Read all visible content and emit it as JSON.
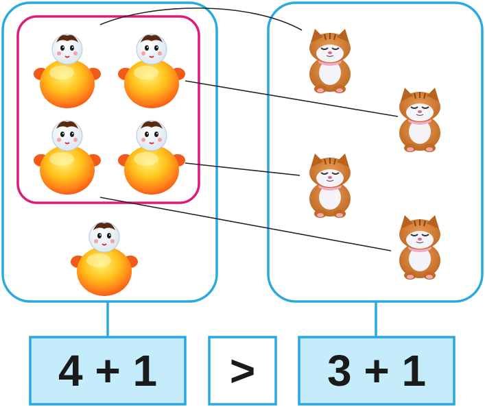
{
  "left_group": {
    "name": "tumbler-toys",
    "count": 5,
    "grouped_count": 4,
    "expression": "4 + 1"
  },
  "right_group": {
    "name": "kittens",
    "count": 4,
    "expression": "3 + 1"
  },
  "comparison": {
    "symbol": ">"
  },
  "colors": {
    "frame": "#2aa9e0",
    "group_frame": "#e0197d",
    "answer_box_fill": "#c5ecfb",
    "text": "#1a1a1a",
    "connector": "#222222"
  }
}
